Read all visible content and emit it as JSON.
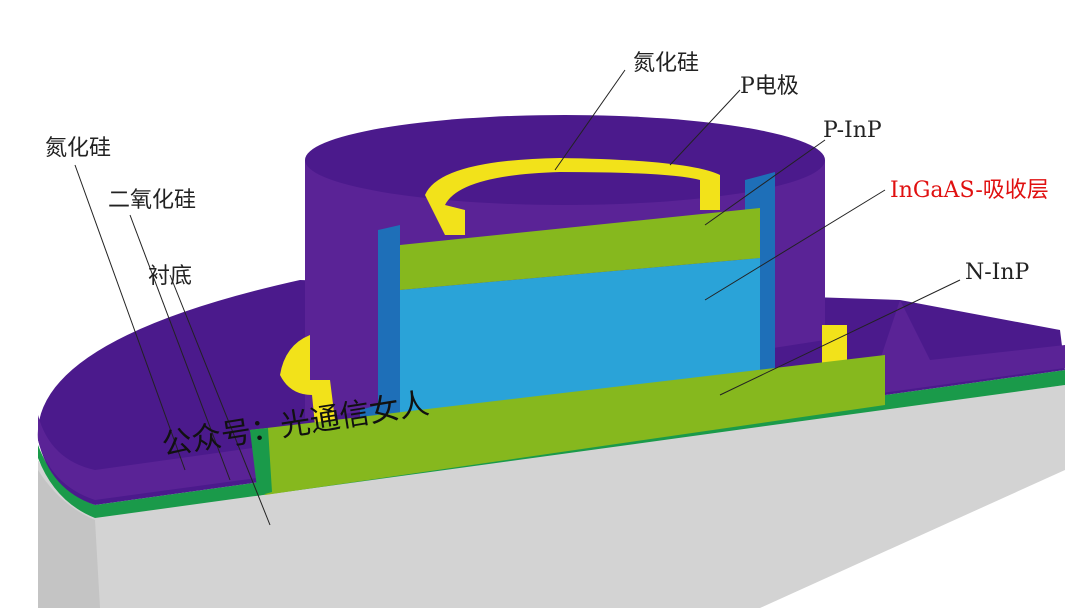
{
  "labels": {
    "sin_top": "氮化硅",
    "p_electrode": "P电极",
    "p_inp": "P-InP",
    "ingaas": "InGaAS-吸收层",
    "n_inp": "N-InP",
    "sin_left": "氮化硅",
    "sio2": "二氧化硅",
    "substrate": "衬底"
  },
  "watermark": "公众号：光通信女人",
  "colors": {
    "substrate": "#d3d3d3",
    "sio2": "#1a9a4a",
    "sin": "#4b1a8c",
    "p_electrode": "#f2e21a",
    "ingaas": "#2aa3d8",
    "inp": "#86b81e",
    "ingaas_label": "#e01010"
  }
}
